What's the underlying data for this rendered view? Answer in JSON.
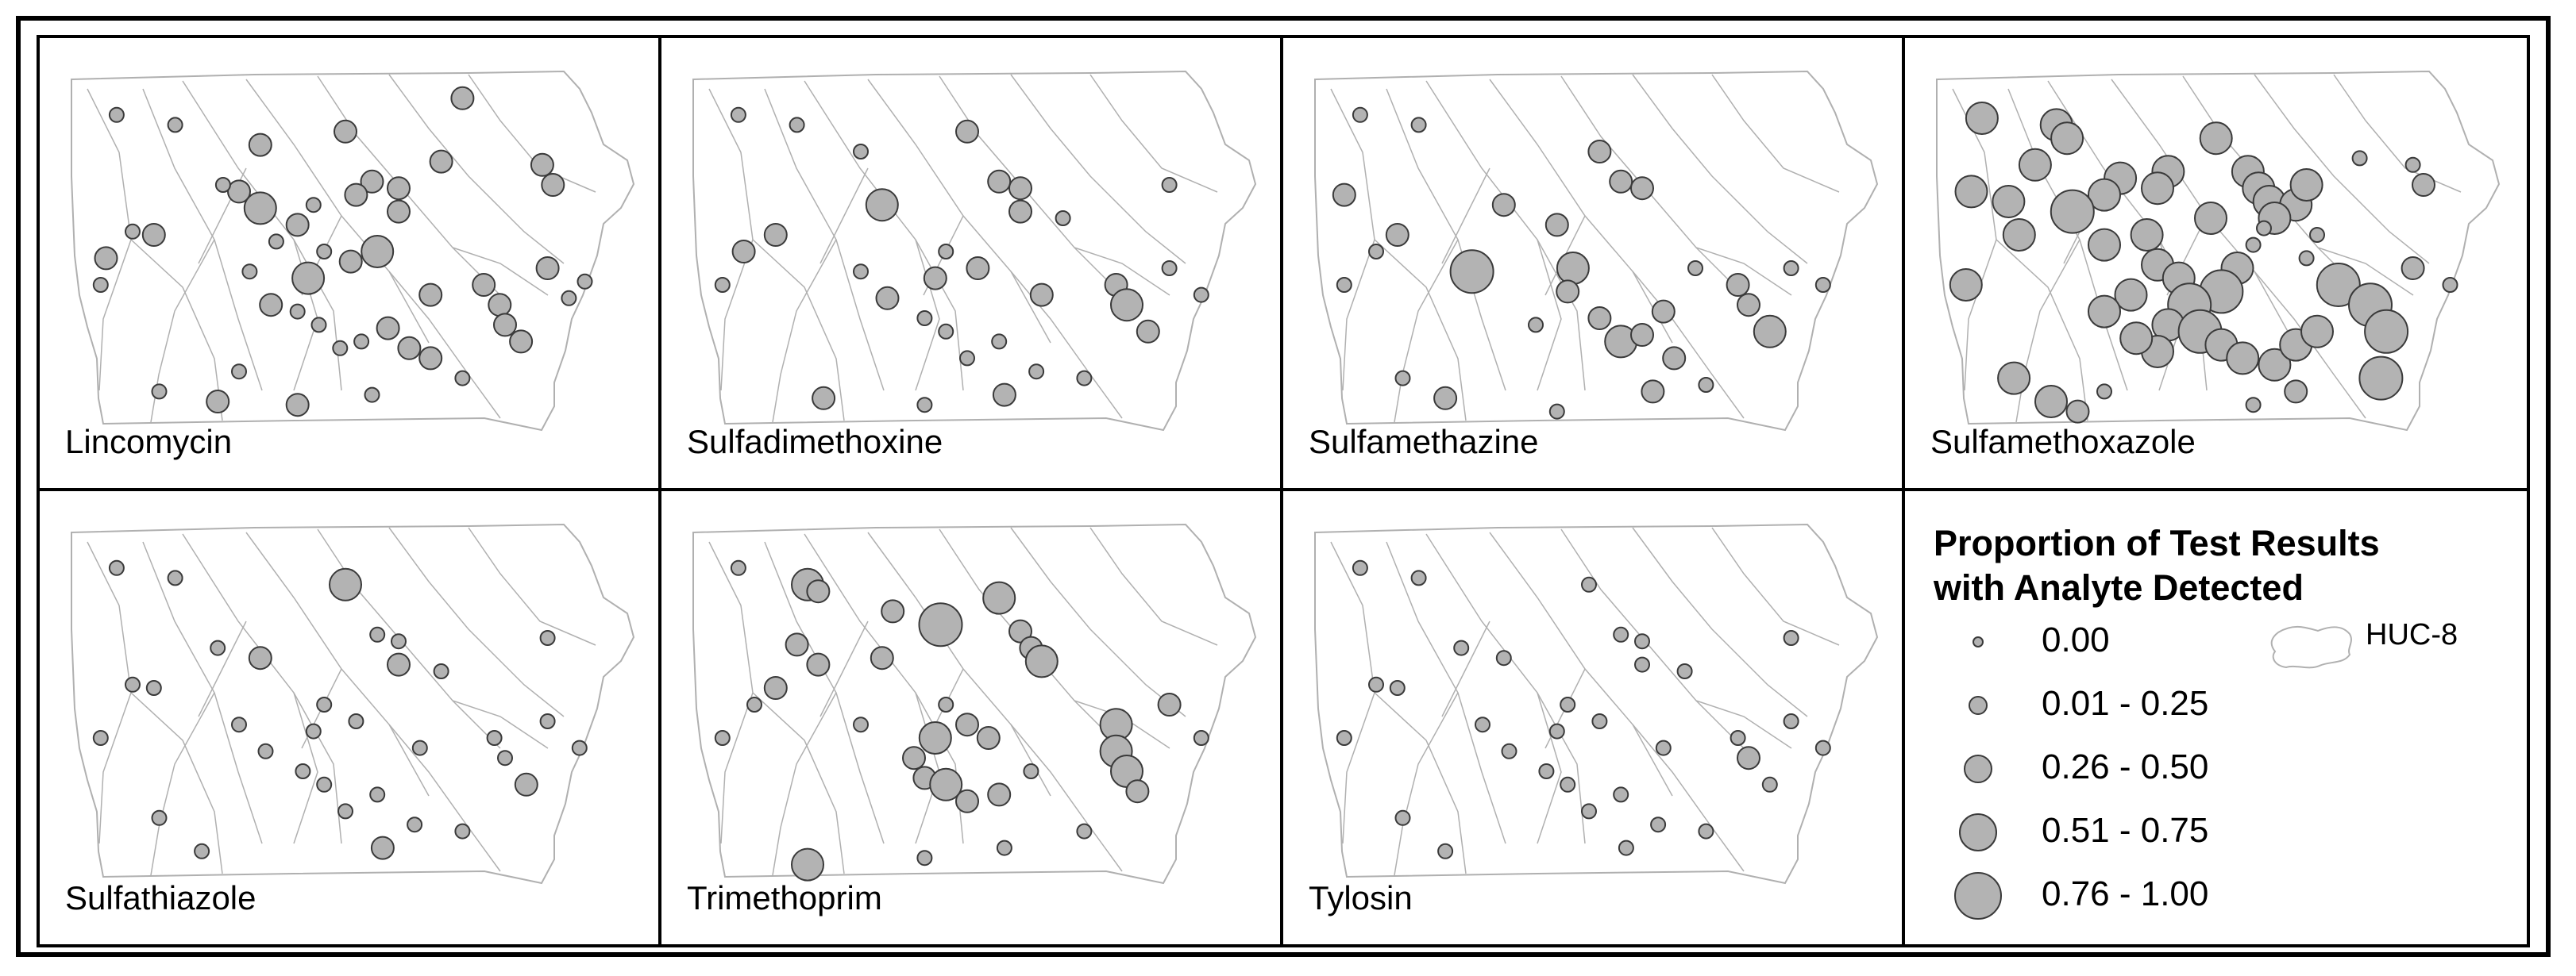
{
  "maps": [
    {
      "analyte": "Lincomycin",
      "sites": [
        [
          0.07,
          0.09,
          1
        ],
        [
          0.72,
          0.04,
          2
        ],
        [
          0.18,
          0.12,
          1
        ],
        [
          0.34,
          0.18,
          2
        ],
        [
          0.5,
          0.14,
          2
        ],
        [
          0.68,
          0.23,
          2
        ],
        [
          0.55,
          0.29,
          2
        ],
        [
          0.52,
          0.33,
          2
        ],
        [
          0.6,
          0.31,
          2
        ],
        [
          0.3,
          0.32,
          2
        ],
        [
          0.34,
          0.37,
          3
        ],
        [
          0.41,
          0.42,
          2
        ],
        [
          0.46,
          0.5,
          1
        ],
        [
          0.6,
          0.38,
          2
        ],
        [
          0.56,
          0.5,
          3
        ],
        [
          0.51,
          0.53,
          2
        ],
        [
          0.43,
          0.58,
          3
        ],
        [
          0.14,
          0.45,
          2
        ],
        [
          0.1,
          0.44,
          1
        ],
        [
          0.05,
          0.52,
          2
        ],
        [
          0.04,
          0.6,
          1
        ],
        [
          0.32,
          0.56,
          1
        ],
        [
          0.36,
          0.66,
          2
        ],
        [
          0.41,
          0.68,
          1
        ],
        [
          0.45,
          0.72,
          1
        ],
        [
          0.49,
          0.79,
          1
        ],
        [
          0.53,
          0.77,
          1
        ],
        [
          0.58,
          0.73,
          2
        ],
        [
          0.62,
          0.79,
          2
        ],
        [
          0.66,
          0.63,
          2
        ],
        [
          0.76,
          0.6,
          2
        ],
        [
          0.79,
          0.66,
          2
        ],
        [
          0.8,
          0.72,
          2
        ],
        [
          0.83,
          0.77,
          2
        ],
        [
          0.88,
          0.55,
          2
        ],
        [
          0.92,
          0.64,
          1
        ],
        [
          0.95,
          0.59,
          1
        ],
        [
          0.89,
          0.3,
          2
        ],
        [
          0.87,
          0.24,
          2
        ],
        [
          0.66,
          0.82,
          2
        ],
        [
          0.72,
          0.88,
          1
        ],
        [
          0.3,
          0.86,
          1
        ],
        [
          0.26,
          0.95,
          2
        ],
        [
          0.15,
          0.92,
          1
        ],
        [
          0.41,
          0.96,
          2
        ],
        [
          0.55,
          0.93,
          1
        ],
        [
          0.37,
          0.47,
          1
        ],
        [
          0.44,
          0.36,
          1
        ],
        [
          0.27,
          0.3,
          1
        ]
      ]
    },
    {
      "analyte": "Sulfadimethoxine",
      "sites": [
        [
          0.07,
          0.09,
          1
        ],
        [
          0.18,
          0.12,
          1
        ],
        [
          0.3,
          0.2,
          1
        ],
        [
          0.5,
          0.14,
          2
        ],
        [
          0.56,
          0.29,
          2
        ],
        [
          0.6,
          0.31,
          2
        ],
        [
          0.34,
          0.36,
          3
        ],
        [
          0.46,
          0.5,
          1
        ],
        [
          0.6,
          0.38,
          2
        ],
        [
          0.52,
          0.55,
          2
        ],
        [
          0.44,
          0.58,
          2
        ],
        [
          0.14,
          0.45,
          2
        ],
        [
          0.08,
          0.5,
          2
        ],
        [
          0.04,
          0.6,
          1
        ],
        [
          0.35,
          0.64,
          2
        ],
        [
          0.42,
          0.7,
          1
        ],
        [
          0.46,
          0.74,
          1
        ],
        [
          0.5,
          0.82,
          1
        ],
        [
          0.56,
          0.77,
          1
        ],
        [
          0.64,
          0.63,
          2
        ],
        [
          0.78,
          0.6,
          2
        ],
        [
          0.8,
          0.66,
          3
        ],
        [
          0.84,
          0.74,
          2
        ],
        [
          0.88,
          0.55,
          1
        ],
        [
          0.94,
          0.63,
          1
        ],
        [
          0.23,
          0.94,
          2
        ],
        [
          0.42,
          0.96,
          1
        ],
        [
          0.57,
          0.93,
          2
        ],
        [
          0.72,
          0.88,
          1
        ],
        [
          0.88,
          0.3,
          1
        ],
        [
          0.3,
          0.56,
          1
        ],
        [
          0.63,
          0.86,
          1
        ],
        [
          0.68,
          0.4,
          1
        ]
      ]
    },
    {
      "analyte": "Sulfamethazine",
      "sites": [
        [
          0.07,
          0.09,
          1
        ],
        [
          0.04,
          0.33,
          2
        ],
        [
          0.18,
          0.12,
          1
        ],
        [
          0.52,
          0.2,
          2
        ],
        [
          0.56,
          0.29,
          2
        ],
        [
          0.6,
          0.31,
          2
        ],
        [
          0.34,
          0.36,
          2
        ],
        [
          0.44,
          0.42,
          2
        ],
        [
          0.47,
          0.55,
          3
        ],
        [
          0.28,
          0.56,
          4
        ],
        [
          0.46,
          0.62,
          2
        ],
        [
          0.52,
          0.7,
          2
        ],
        [
          0.56,
          0.77,
          3
        ],
        [
          0.6,
          0.75,
          2
        ],
        [
          0.64,
          0.68,
          2
        ],
        [
          0.66,
          0.82,
          2
        ],
        [
          0.72,
          0.9,
          1
        ],
        [
          0.78,
          0.6,
          2
        ],
        [
          0.8,
          0.66,
          2
        ],
        [
          0.84,
          0.74,
          3
        ],
        [
          0.88,
          0.55,
          1
        ],
        [
          0.94,
          0.6,
          1
        ],
        [
          0.14,
          0.45,
          2
        ],
        [
          0.1,
          0.5,
          1
        ],
        [
          0.04,
          0.6,
          1
        ],
        [
          0.23,
          0.94,
          2
        ],
        [
          0.15,
          0.88,
          1
        ],
        [
          0.44,
          0.98,
          1
        ],
        [
          0.62,
          0.92,
          2
        ],
        [
          0.7,
          0.55,
          1
        ],
        [
          0.4,
          0.72,
          1
        ]
      ]
    },
    {
      "analyte": "Sulfamethoxazole",
      "sites": [
        [
          0.07,
          0.1,
          3
        ],
        [
          0.21,
          0.12,
          3
        ],
        [
          0.23,
          0.16,
          3
        ],
        [
          0.17,
          0.24,
          3
        ],
        [
          0.33,
          0.28,
          3
        ],
        [
          0.51,
          0.16,
          3
        ],
        [
          0.42,
          0.26,
          3
        ],
        [
          0.4,
          0.31,
          3
        ],
        [
          0.3,
          0.33,
          3
        ],
        [
          0.12,
          0.35,
          3
        ],
        [
          0.05,
          0.32,
          3
        ],
        [
          0.14,
          0.45,
          3
        ],
        [
          0.04,
          0.6,
          3
        ],
        [
          0.24,
          0.38,
          4
        ],
        [
          0.3,
          0.48,
          3
        ],
        [
          0.38,
          0.45,
          3
        ],
        [
          0.4,
          0.54,
          3
        ],
        [
          0.44,
          0.58,
          3
        ],
        [
          0.57,
          0.26,
          3
        ],
        [
          0.59,
          0.31,
          3
        ],
        [
          0.61,
          0.35,
          3
        ],
        [
          0.66,
          0.36,
          3
        ],
        [
          0.62,
          0.4,
          3
        ],
        [
          0.68,
          0.3,
          3
        ],
        [
          0.55,
          0.55,
          3
        ],
        [
          0.52,
          0.62,
          4
        ],
        [
          0.46,
          0.66,
          4
        ],
        [
          0.42,
          0.72,
          3
        ],
        [
          0.4,
          0.8,
          3
        ],
        [
          0.35,
          0.63,
          3
        ],
        [
          0.3,
          0.68,
          3
        ],
        [
          0.36,
          0.76,
          3
        ],
        [
          0.48,
          0.74,
          4
        ],
        [
          0.52,
          0.78,
          3
        ],
        [
          0.56,
          0.82,
          3
        ],
        [
          0.62,
          0.84,
          3
        ],
        [
          0.66,
          0.78,
          3
        ],
        [
          0.7,
          0.74,
          3
        ],
        [
          0.74,
          0.6,
          4
        ],
        [
          0.8,
          0.66,
          4
        ],
        [
          0.83,
          0.74,
          4
        ],
        [
          0.88,
          0.55,
          2
        ],
        [
          0.95,
          0.6,
          1
        ],
        [
          0.9,
          0.3,
          2
        ],
        [
          0.88,
          0.24,
          1
        ],
        [
          0.78,
          0.22,
          1
        ],
        [
          0.82,
          0.88,
          4
        ],
        [
          0.66,
          0.92,
          2
        ],
        [
          0.58,
          0.96,
          1
        ],
        [
          0.13,
          0.88,
          3
        ],
        [
          0.2,
          0.95,
          3
        ],
        [
          0.25,
          0.98,
          2
        ],
        [
          0.3,
          0.92,
          1
        ],
        [
          0.68,
          0.52,
          1
        ],
        [
          0.58,
          0.48,
          1
        ],
        [
          0.6,
          0.43,
          1
        ],
        [
          0.5,
          0.4,
          3
        ],
        [
          0.7,
          0.45,
          1
        ]
      ]
    },
    {
      "analyte": "Sulfathiazole",
      "sites": [
        [
          0.07,
          0.09,
          1
        ],
        [
          0.18,
          0.12,
          1
        ],
        [
          0.5,
          0.14,
          3
        ],
        [
          0.56,
          0.29,
          1
        ],
        [
          0.6,
          0.31,
          1
        ],
        [
          0.34,
          0.36,
          2
        ],
        [
          0.46,
          0.5,
          1
        ],
        [
          0.6,
          0.38,
          2
        ],
        [
          0.52,
          0.55,
          1
        ],
        [
          0.44,
          0.58,
          1
        ],
        [
          0.14,
          0.45,
          1
        ],
        [
          0.1,
          0.44,
          1
        ],
        [
          0.04,
          0.6,
          1
        ],
        [
          0.35,
          0.64,
          1
        ],
        [
          0.42,
          0.7,
          1
        ],
        [
          0.46,
          0.74,
          1
        ],
        [
          0.5,
          0.82,
          1
        ],
        [
          0.56,
          0.77,
          1
        ],
        [
          0.64,
          0.63,
          1
        ],
        [
          0.78,
          0.6,
          1
        ],
        [
          0.8,
          0.66,
          1
        ],
        [
          0.84,
          0.74,
          2
        ],
        [
          0.88,
          0.55,
          1
        ],
        [
          0.94,
          0.63,
          1
        ],
        [
          0.23,
          0.94,
          1
        ],
        [
          0.57,
          0.93,
          2
        ],
        [
          0.72,
          0.88,
          1
        ],
        [
          0.88,
          0.3,
          1
        ],
        [
          0.3,
          0.56,
          1
        ],
        [
          0.63,
          0.86,
          1
        ],
        [
          0.68,
          0.4,
          1
        ],
        [
          0.26,
          0.33,
          1
        ],
        [
          0.15,
          0.84,
          1
        ]
      ]
    },
    {
      "analyte": "Trimethoprim",
      "sites": [
        [
          0.07,
          0.09,
          1
        ],
        [
          0.2,
          0.14,
          3
        ],
        [
          0.22,
          0.16,
          2
        ],
        [
          0.18,
          0.32,
          2
        ],
        [
          0.22,
          0.38,
          2
        ],
        [
          0.36,
          0.22,
          2
        ],
        [
          0.45,
          0.26,
          4
        ],
        [
          0.56,
          0.18,
          3
        ],
        [
          0.6,
          0.28,
          2
        ],
        [
          0.62,
          0.33,
          2
        ],
        [
          0.64,
          0.37,
          3
        ],
        [
          0.34,
          0.36,
          2
        ],
        [
          0.46,
          0.5,
          1
        ],
        [
          0.5,
          0.56,
          2
        ],
        [
          0.54,
          0.6,
          2
        ],
        [
          0.44,
          0.6,
          3
        ],
        [
          0.4,
          0.66,
          2
        ],
        [
          0.42,
          0.72,
          2
        ],
        [
          0.46,
          0.74,
          3
        ],
        [
          0.5,
          0.79,
          2
        ],
        [
          0.56,
          0.77,
          2
        ],
        [
          0.62,
          0.7,
          1
        ],
        [
          0.78,
          0.56,
          3
        ],
        [
          0.78,
          0.64,
          3
        ],
        [
          0.8,
          0.7,
          3
        ],
        [
          0.82,
          0.76,
          2
        ],
        [
          0.88,
          0.5,
          2
        ],
        [
          0.94,
          0.6,
          1
        ],
        [
          0.14,
          0.45,
          2
        ],
        [
          0.1,
          0.5,
          1
        ],
        [
          0.04,
          0.6,
          1
        ],
        [
          0.2,
          0.98,
          3
        ],
        [
          0.42,
          0.96,
          1
        ],
        [
          0.57,
          0.93,
          1
        ],
        [
          0.72,
          0.88,
          1
        ],
        [
          0.3,
          0.56,
          1
        ]
      ]
    },
    {
      "analyte": "Tylosin",
      "sites": [
        [
          0.07,
          0.09,
          1
        ],
        [
          0.18,
          0.12,
          1
        ],
        [
          0.5,
          0.14,
          1
        ],
        [
          0.56,
          0.29,
          1
        ],
        [
          0.6,
          0.31,
          1
        ],
        [
          0.34,
          0.36,
          1
        ],
        [
          0.46,
          0.5,
          1
        ],
        [
          0.6,
          0.38,
          1
        ],
        [
          0.52,
          0.55,
          1
        ],
        [
          0.44,
          0.58,
          1
        ],
        [
          0.14,
          0.45,
          1
        ],
        [
          0.1,
          0.44,
          1
        ],
        [
          0.04,
          0.6,
          1
        ],
        [
          0.35,
          0.64,
          1
        ],
        [
          0.42,
          0.7,
          1
        ],
        [
          0.46,
          0.74,
          1
        ],
        [
          0.5,
          0.82,
          1
        ],
        [
          0.56,
          0.77,
          1
        ],
        [
          0.64,
          0.63,
          1
        ],
        [
          0.78,
          0.6,
          1
        ],
        [
          0.8,
          0.66,
          2
        ],
        [
          0.84,
          0.74,
          1
        ],
        [
          0.88,
          0.55,
          1
        ],
        [
          0.94,
          0.63,
          1
        ],
        [
          0.23,
          0.94,
          1
        ],
        [
          0.57,
          0.93,
          1
        ],
        [
          0.72,
          0.88,
          1
        ],
        [
          0.88,
          0.3,
          1
        ],
        [
          0.3,
          0.56,
          1
        ],
        [
          0.63,
          0.86,
          1
        ],
        [
          0.68,
          0.4,
          1
        ],
        [
          0.26,
          0.33,
          1
        ],
        [
          0.15,
          0.84,
          1
        ]
      ]
    }
  ],
  "legend": {
    "title_line1": "Proportion of Test Results",
    "title_line2": "with Analyte Detected",
    "classes": [
      "0.00",
      "0.01 - 0.25",
      "0.26 - 0.50",
      "0.51 - 0.75",
      "0.76 - 1.00"
    ],
    "huc_label": "HUC-8"
  },
  "colors": {
    "marker_fill": "#b3b3b3",
    "marker_stroke": "#3a3a3a",
    "boundary": "#b0b0b0",
    "frame": "#000000"
  }
}
